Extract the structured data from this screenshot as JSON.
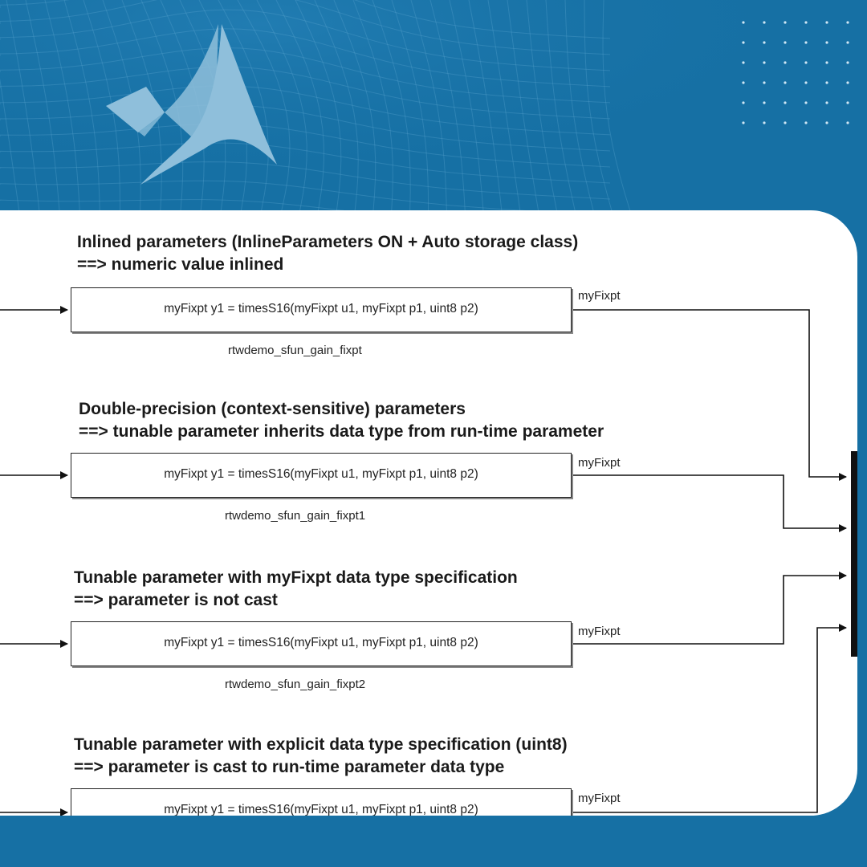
{
  "colors": {
    "background": "#1670a4",
    "card": "#ffffff",
    "logo": "#8fbfdb",
    "line": "#111111"
  },
  "decor": {
    "logo_icon": "matlab-membrane-logo",
    "dot_grid_icon": "dot-grid-pattern"
  },
  "diagram": {
    "sections": [
      {
        "heading_line1": "Inlined parameters (InlineParameters ON + Auto storage class)",
        "heading_line2": "==> numeric value inlined",
        "block_text": "myFixpt y1 = timesS16(myFixpt u1, myFixpt p1, uint8 p2)",
        "block_name": "rtwdemo_sfun_gain_fixpt",
        "output_label": "myFixpt"
      },
      {
        "heading_line1": "Double-precision (context-sensitive) parameters",
        "heading_line2": "==> tunable parameter inherits data type from run-time parameter",
        "block_text": "myFixpt y1 = timesS16(myFixpt u1, myFixpt p1, uint8 p2)",
        "block_name": "rtwdemo_sfun_gain_fixpt1",
        "output_label": "myFixpt"
      },
      {
        "heading_line1": "Tunable parameter with myFixpt data type specification",
        "heading_line2": "==> parameter is not cast",
        "block_text": "myFixpt y1 = timesS16(myFixpt u1, myFixpt p1, uint8 p2)",
        "block_name": "rtwdemo_sfun_gain_fixpt2",
        "output_label": "myFixpt"
      },
      {
        "heading_line1": "Tunable parameter with explicit data type specification (uint8)",
        "heading_line2": "==> parameter is cast to run-time parameter data type",
        "block_text": "myFixpt y1 = timesS16(myFixpt u1, myFixpt p1, uint8 p2)",
        "block_name": "",
        "output_label": "myFixpt"
      }
    ]
  }
}
